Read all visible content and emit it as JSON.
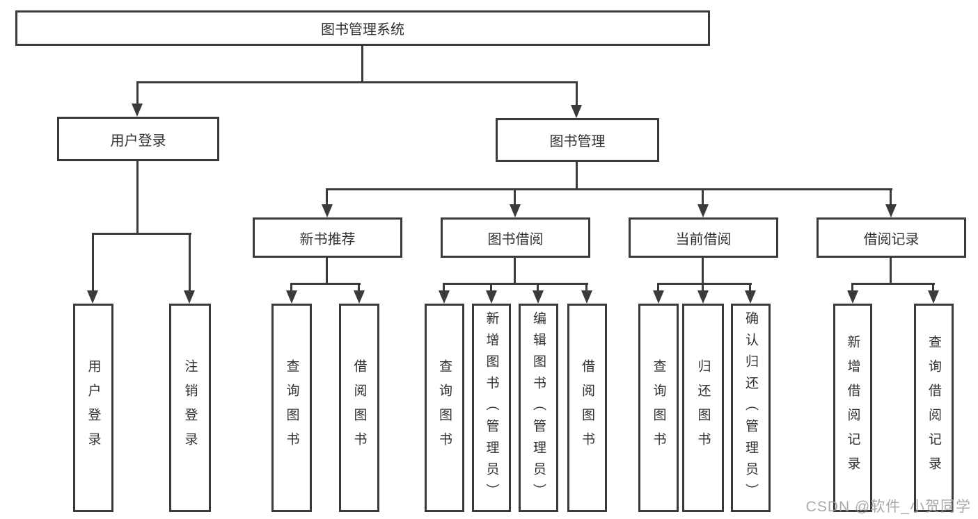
{
  "diagram": {
    "root": "图书管理系统",
    "level2": [
      "用户登录",
      "图书管理"
    ],
    "level3": [
      "新书推荐",
      "图书借阅",
      "当前借阅",
      "借阅记录"
    ],
    "leaves": {
      "user_login": [
        "用户登录",
        "注销登录"
      ],
      "new_book_recommend": [
        "查询图书",
        "借阅图书"
      ],
      "book_borrow": [
        "查询图书",
        "新增图书（管理员）",
        "编辑图书（管理员）",
        "借阅图书"
      ],
      "current_borrow": [
        "查询图书",
        "归还图书",
        "确认归还（管理员）"
      ],
      "borrow_record": [
        "新增借阅记录",
        "查询借阅记录"
      ]
    }
  },
  "watermark": {
    "text": "CSDN @软件_小贺同学"
  },
  "colors": {
    "line": "#3a3a3a",
    "text": "#303030",
    "background": "#ffffff",
    "watermark": "#a2a2a2"
  }
}
